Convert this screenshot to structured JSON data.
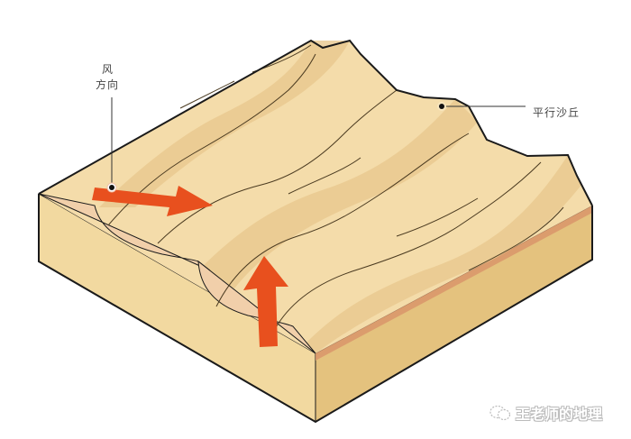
{
  "diagram": {
    "subject": "平行沙丘",
    "labels": {
      "wind_line1": "风",
      "wind_line2": "方向",
      "dune": "平行沙丘"
    },
    "arrows": [
      {
        "name": "wind-arrow-east",
        "direction": "right"
      },
      {
        "name": "wind-arrow-north",
        "direction": "up"
      }
    ],
    "watermark": {
      "icon": "wechat-icon",
      "text": "王老师的地理"
    },
    "colors": {
      "sand_top": "#f4dcaa",
      "sand_light": "#f8e6bf",
      "sand_shade": "#e8c88e",
      "trough": "#f1cfaa",
      "side_front": "#f2d9a0",
      "side_right": "#e4c27e",
      "layer_stripe": "#d9956a",
      "arrow": "#e8501e",
      "outline": "#1a1a1a"
    }
  }
}
